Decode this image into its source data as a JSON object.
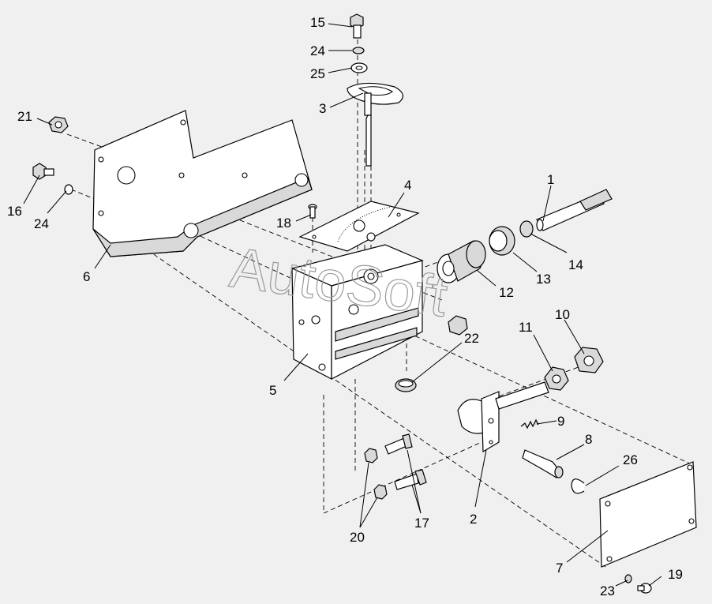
{
  "diagram": {
    "watermark": "AutoSoft",
    "callouts": [
      "1",
      "2",
      "3",
      "4",
      "5",
      "6",
      "7",
      "8",
      "9",
      "10",
      "11",
      "12",
      "13",
      "14",
      "15",
      "16",
      "17",
      "18",
      "19",
      "20",
      "21",
      "22",
      "23",
      "24",
      "24",
      "25",
      "26"
    ]
  }
}
